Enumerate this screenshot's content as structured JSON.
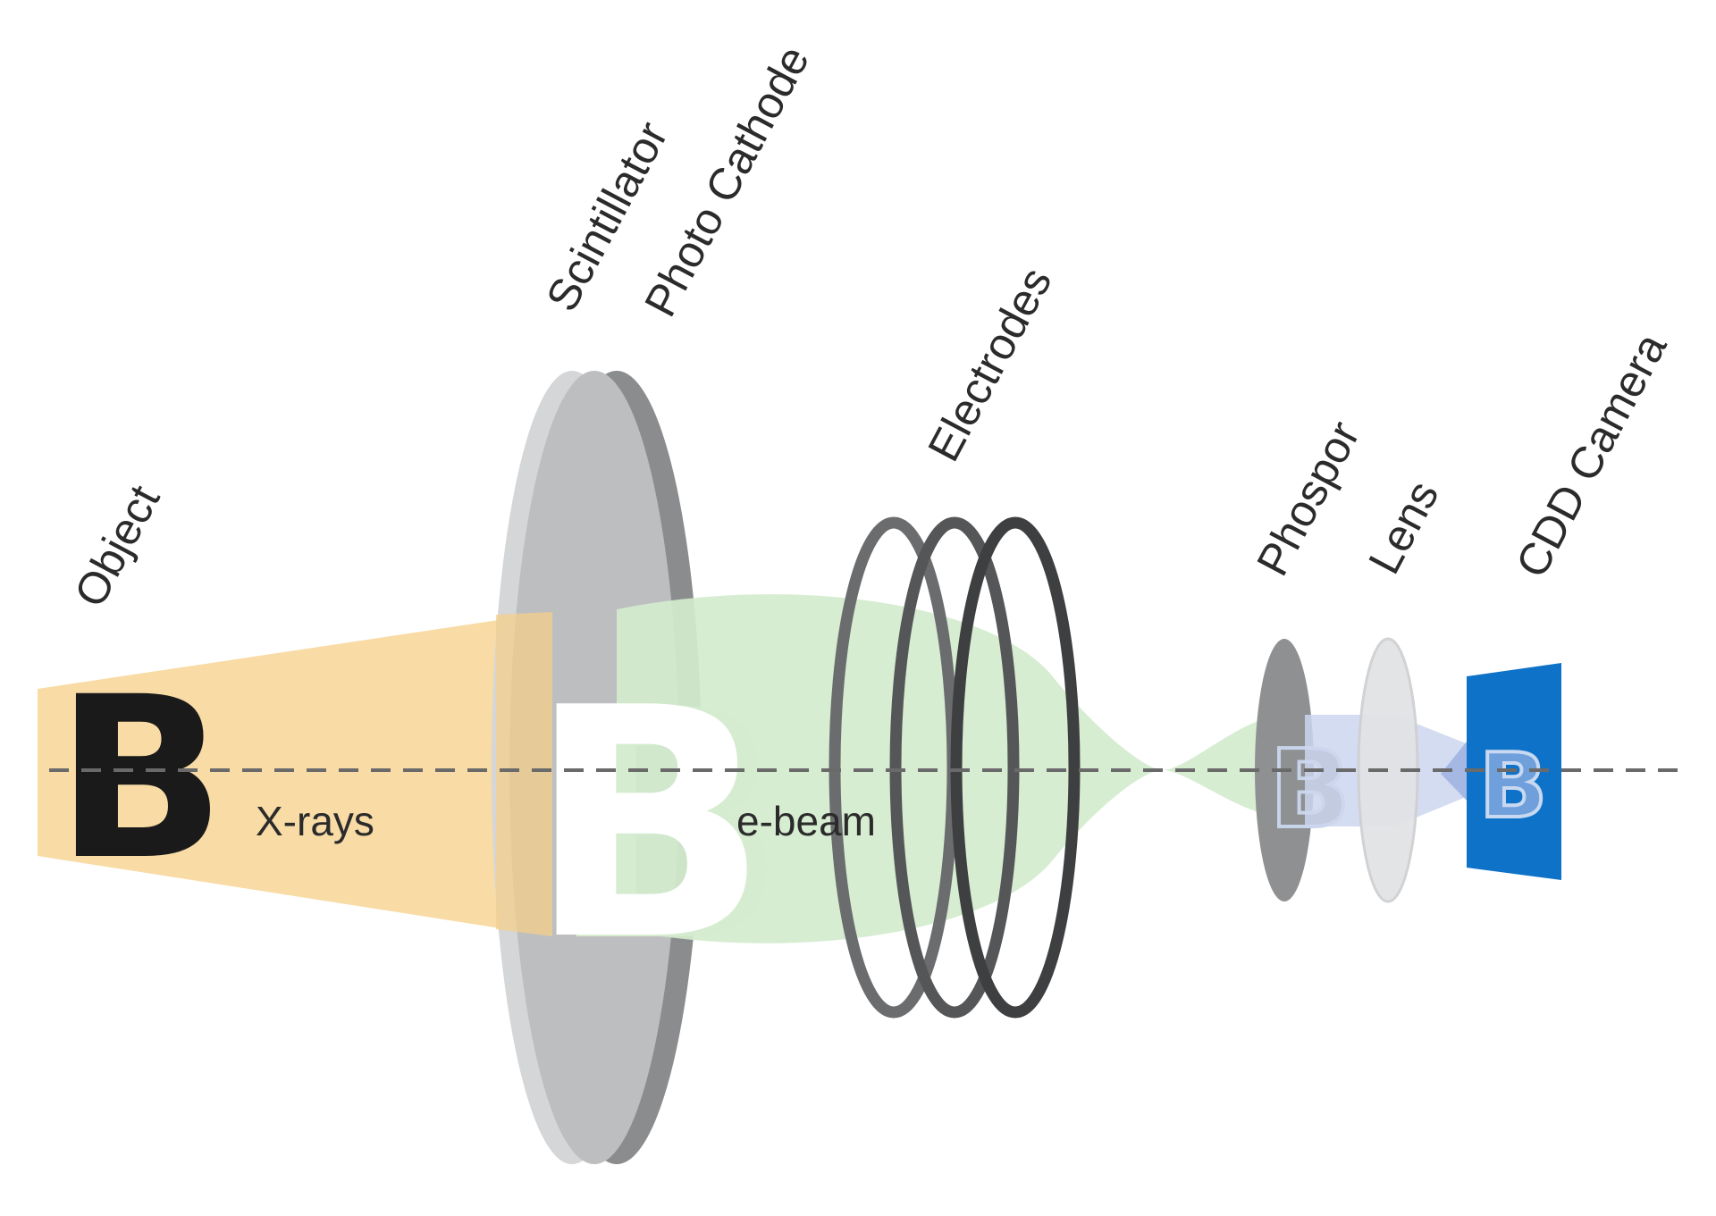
{
  "diagram": {
    "labels": {
      "object": "Object",
      "scintillator": "Scintillator",
      "photo_cathode": "Photo Cathode",
      "electrodes": "Electrodes",
      "phospor": "Phospor",
      "lens": "Lens",
      "cdd_camera": "CDD Camera",
      "xrays": "X-rays",
      "ebeam": "e-beam"
    },
    "object_letter": "B",
    "colors": {
      "xray_beam": "#f8d9a0",
      "e_beam": "#d3ebce",
      "scintillator": "#d5d6d8",
      "photo_cathode": "#8b8c8e",
      "electrodes": "#4d4e50",
      "phospor": "#8f9092",
      "lens": "#e2e3e5",
      "camera": "#0d72c8",
      "light_beam": "#cdd6ee"
    }
  }
}
